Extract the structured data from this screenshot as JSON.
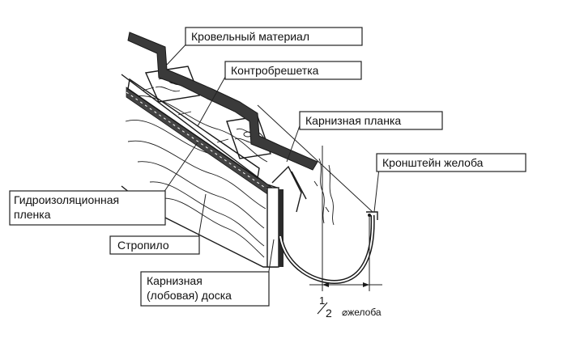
{
  "labels": {
    "roofing": "Кровельный материал",
    "counter_batten": "Контробрешетка",
    "eave_strip": "Карнизная планка",
    "gutter_bracket": "Кронштейн желоба",
    "membrane_line1": "Гидроизоляционная",
    "membrane_line2": "пленка",
    "rafter": "Стропило",
    "fascia_line1": "Карнизная",
    "fascia_line2": "(лобовая) доска"
  },
  "dimension": {
    "numerator": "1",
    "denominator": "2",
    "label": "⌀желоба"
  },
  "colors": {
    "ink": "#1a1a1a",
    "roofing_fill": "#3a3a3a",
    "membrane_fill": "#444444",
    "background": "#ffffff"
  }
}
